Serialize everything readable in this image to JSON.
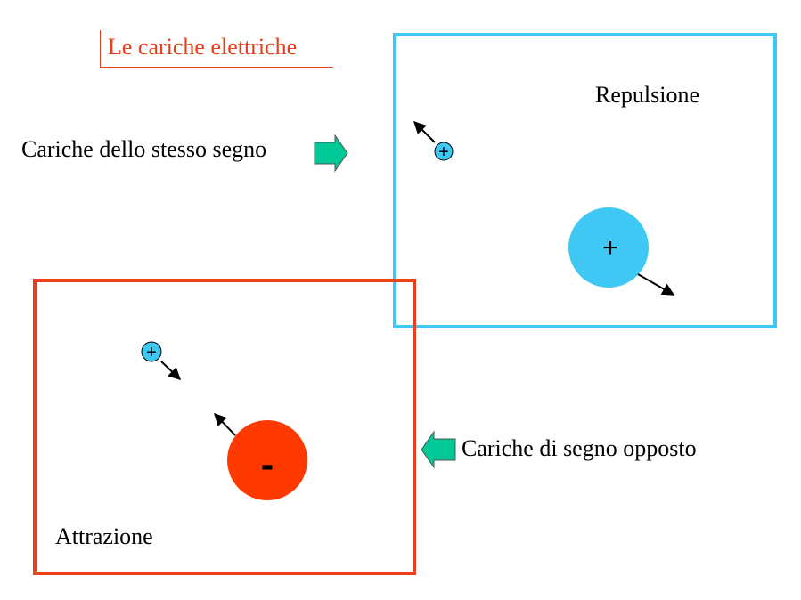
{
  "title": "Le cariche elettriche",
  "same_sign": {
    "label": "Cariche dello stesso segno",
    "effect": "Repulsione",
    "frame_color": "#40c8f4",
    "charges": [
      {
        "sign": "+",
        "color": "#40c8f4"
      },
      {
        "sign": "+",
        "color": "#40c8f4"
      }
    ]
  },
  "opposite_sign": {
    "label": "Cariche di segno opposto",
    "effect": "Attrazione",
    "frame_color": "#e8401c",
    "charges": [
      {
        "sign": "+",
        "color": "#40c8f4"
      },
      {
        "sign": "-",
        "color": "#ff3a00"
      }
    ]
  },
  "pointer_arrow_color": "#00c896",
  "icons": {
    "pointer": "right-block-arrow-icon",
    "pointer_left": "left-block-arrow-icon",
    "force": "force-arrow-icon"
  }
}
